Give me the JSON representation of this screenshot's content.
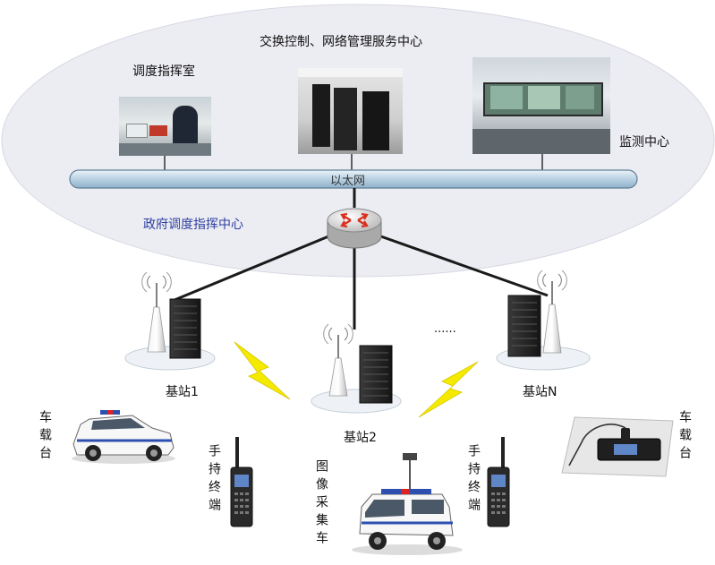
{
  "labels": {
    "switch_center": "交换控制、网络管理服务中心",
    "dispatch_room": "调度指挥室",
    "monitor_center": "监测中心",
    "ethernet": "以太网",
    "gov_center": "政府调度指挥中心",
    "bs1": "基站1",
    "bs2": "基站2",
    "bsn": "基站N",
    "ellipsis": "......",
    "vehicle_left": "车载台",
    "vehicle_right": "车载台",
    "handheld_left": "手持终端",
    "handheld_right": "手持终端",
    "image_vehicle": "图像采集车"
  },
  "colors": {
    "ellipse": "#e9e9f2",
    "bus_fill": "#c9dcea",
    "bus_stroke": "#6d8aa3",
    "label_blue": "#2f3fa0",
    "lightning": "#f2e800"
  },
  "icons": [
    "router-icon",
    "antenna-icon",
    "cabinet-icon",
    "lightning-icon",
    "police-car-icon",
    "radio-icon",
    "walkie-talkie-icon",
    "van-icon"
  ]
}
